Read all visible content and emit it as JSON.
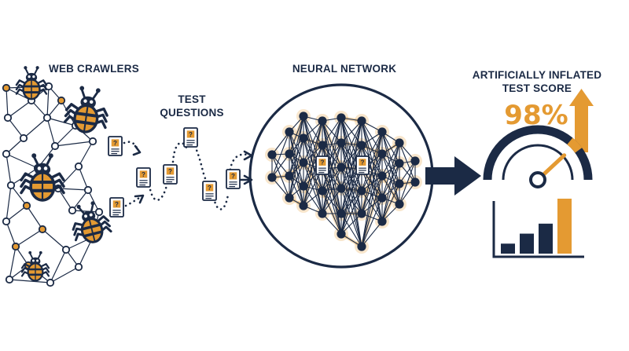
{
  "labels": {
    "web_crawlers": "WEB CRAWLERS",
    "test_questions_1": "TEST",
    "test_questions_2": "QUESTIONS",
    "neural_network": "NEURAL NETWORK",
    "score_title_1": "ARTIFICIALLY INFLATED",
    "score_title_2": "TEST SCORE",
    "score_value": "98%",
    "question_mark": "?"
  },
  "colors": {
    "navy": "#1b2a45",
    "orange": "#e49a32",
    "background": "#ffffff"
  },
  "bar_chart": {
    "values": [
      1,
      2,
      3,
      5.5
    ],
    "highlight_index": 3
  },
  "gauge": {
    "level": 0.8
  },
  "icons": [
    "bug-icon",
    "document-icon",
    "arrow-right-icon",
    "arrow-up-icon",
    "gauge-icon",
    "bar-chart-icon",
    "neural-network-icon",
    "web-network-icon"
  ]
}
